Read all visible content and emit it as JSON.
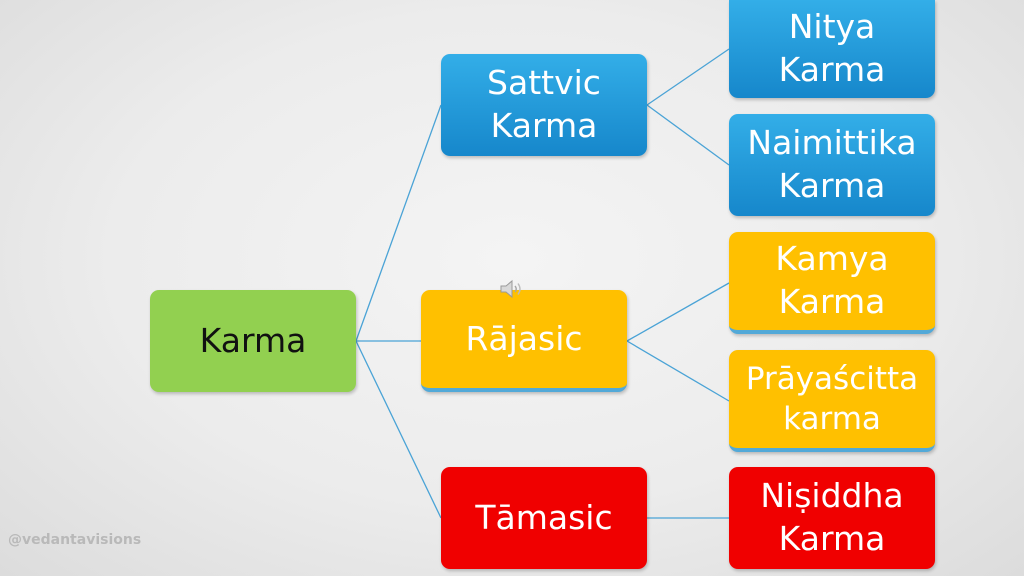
{
  "diagram": {
    "root": {
      "label": "Karma"
    },
    "level1": [
      {
        "label": "Sattvic Karma"
      },
      {
        "label": "Rājasic"
      },
      {
        "label": "Tāmasic"
      }
    ],
    "level2": [
      {
        "label": "Nitya Karma"
      },
      {
        "label": "Naimittika Karma"
      },
      {
        "label": "Kamya Karma"
      },
      {
        "label": "Prāyaścitta karma"
      },
      {
        "label": "Niṣiddha Karma"
      }
    ],
    "colors": {
      "root": "#92d050",
      "sattvic": "#1a8fd0",
      "rajasic": "#ffc000",
      "tamasic": "#f00000",
      "connector": "#4aa3d6"
    }
  },
  "icons": {
    "audio": "speaker-icon"
  },
  "watermark": "@vedantavisions"
}
